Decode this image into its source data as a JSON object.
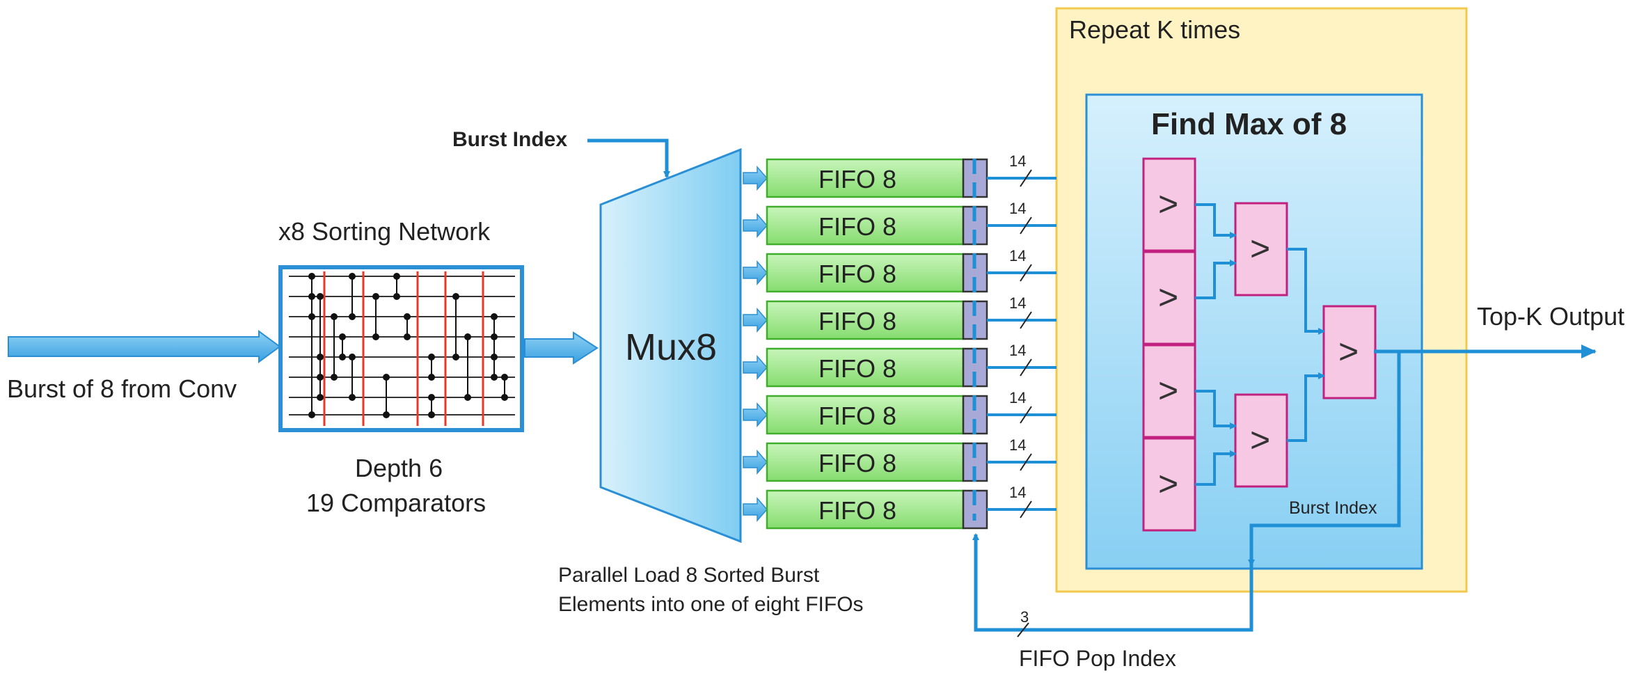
{
  "sorting": {
    "title": "x8 Sorting Network",
    "depth": "Depth 6",
    "comparators": "19 Comparators"
  },
  "input_label": "Burst of 8 from Conv",
  "burst_index_top": "Burst Index",
  "mux": {
    "label": "Mux8"
  },
  "fifos": [
    {
      "label": "FIFO 8",
      "width": "14"
    },
    {
      "label": "FIFO 8",
      "width": "14"
    },
    {
      "label": "FIFO 8",
      "width": "14"
    },
    {
      "label": "FIFO 8",
      "width": "14"
    },
    {
      "label": "FIFO 8",
      "width": "14"
    },
    {
      "label": "FIFO 8",
      "width": "14"
    },
    {
      "label": "FIFO 8",
      "width": "14"
    },
    {
      "label": "FIFO 8",
      "width": "14"
    }
  ],
  "parallel_load": {
    "line1": "Parallel Load 8 Sorted Burst",
    "line2": "Elements into one of eight FIFOs"
  },
  "repeat": {
    "label": "Repeat K times"
  },
  "findmax": {
    "title": "Find Max of 8",
    "comparator_symbol": ">",
    "burst_index": "Burst Index"
  },
  "output_label": "Top-K Output",
  "pop": {
    "label": "FIFO Pop Index",
    "width": "3"
  },
  "colors": {
    "arrow_blue": "#3aa0e0",
    "wire_blue": "#1f8fd6",
    "fifo_green": "#8fe07a",
    "comparator_pink": "#f7c8e4",
    "repeat_yellow": "#fff3c4",
    "findmax_blue": "#8fd0f5",
    "mux_blue": "#8fd2f2",
    "sorter_red": "#e8382a"
  }
}
